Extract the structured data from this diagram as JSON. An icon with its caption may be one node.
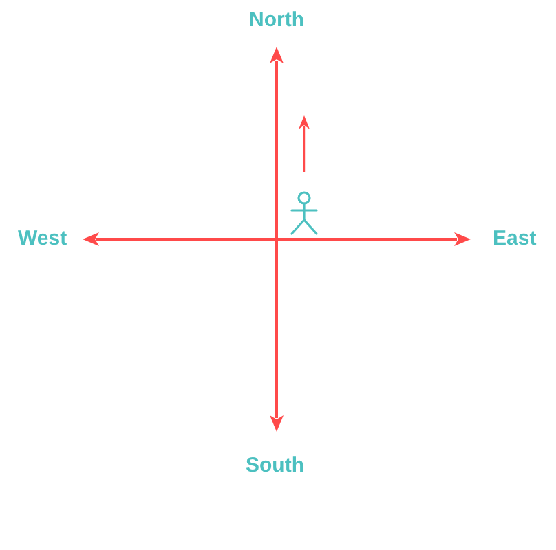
{
  "diagram": {
    "labels": [
      "North",
      "West",
      "East",
      "South"
    ]
  }
}
